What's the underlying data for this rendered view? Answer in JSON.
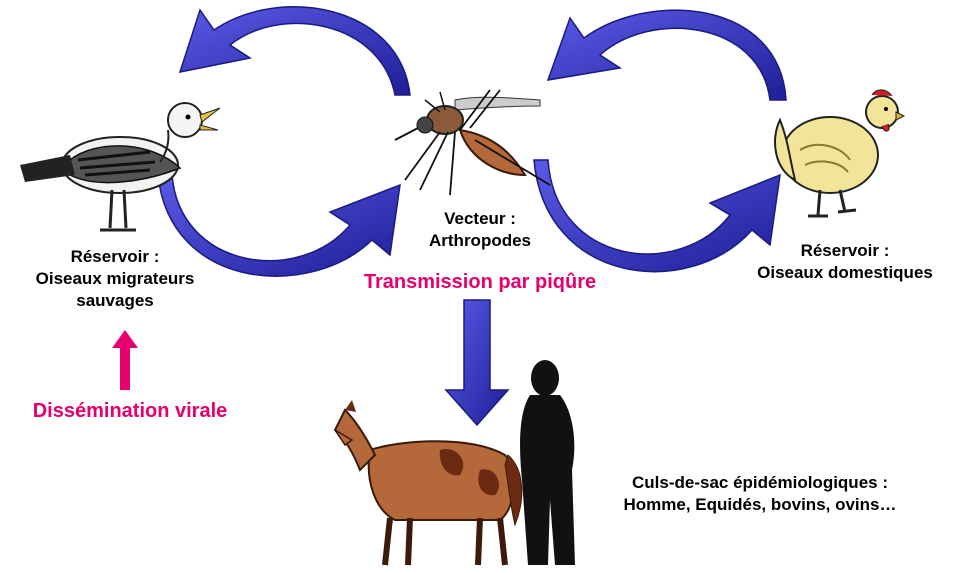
{
  "labels": {
    "reservoir_wild_title": "Réservoir :",
    "reservoir_wild_line1": "Oiseaux migrateurs",
    "reservoir_wild_line2": "sauvages",
    "vector_title": "Vecteur :",
    "vector_line1": "Arthropodes",
    "transmission": "Transmission par piqûre",
    "reservoir_domestic_title": "Réservoir :",
    "reservoir_domestic_line1": "Oiseaux domestiques",
    "dissemination": "Dissémination virale",
    "dead_end_title": "Culs-de-sac épidémiologiques :",
    "dead_end_line1": "Homme, Equidés, bovins, ovins…"
  },
  "colors": {
    "arrow_blue": "#3333cc",
    "arrow_dark": "#1a1a80",
    "accent_pink": "#e6006e",
    "horse": "#b5693a",
    "horse_spots": "#6b2a12",
    "chicken": "#f2e59a",
    "silhouette": "#111111"
  },
  "icons": [
    "seagull-icon",
    "mosquito-icon",
    "chicken-icon",
    "horse-icon",
    "human-silhouette-icon"
  ]
}
